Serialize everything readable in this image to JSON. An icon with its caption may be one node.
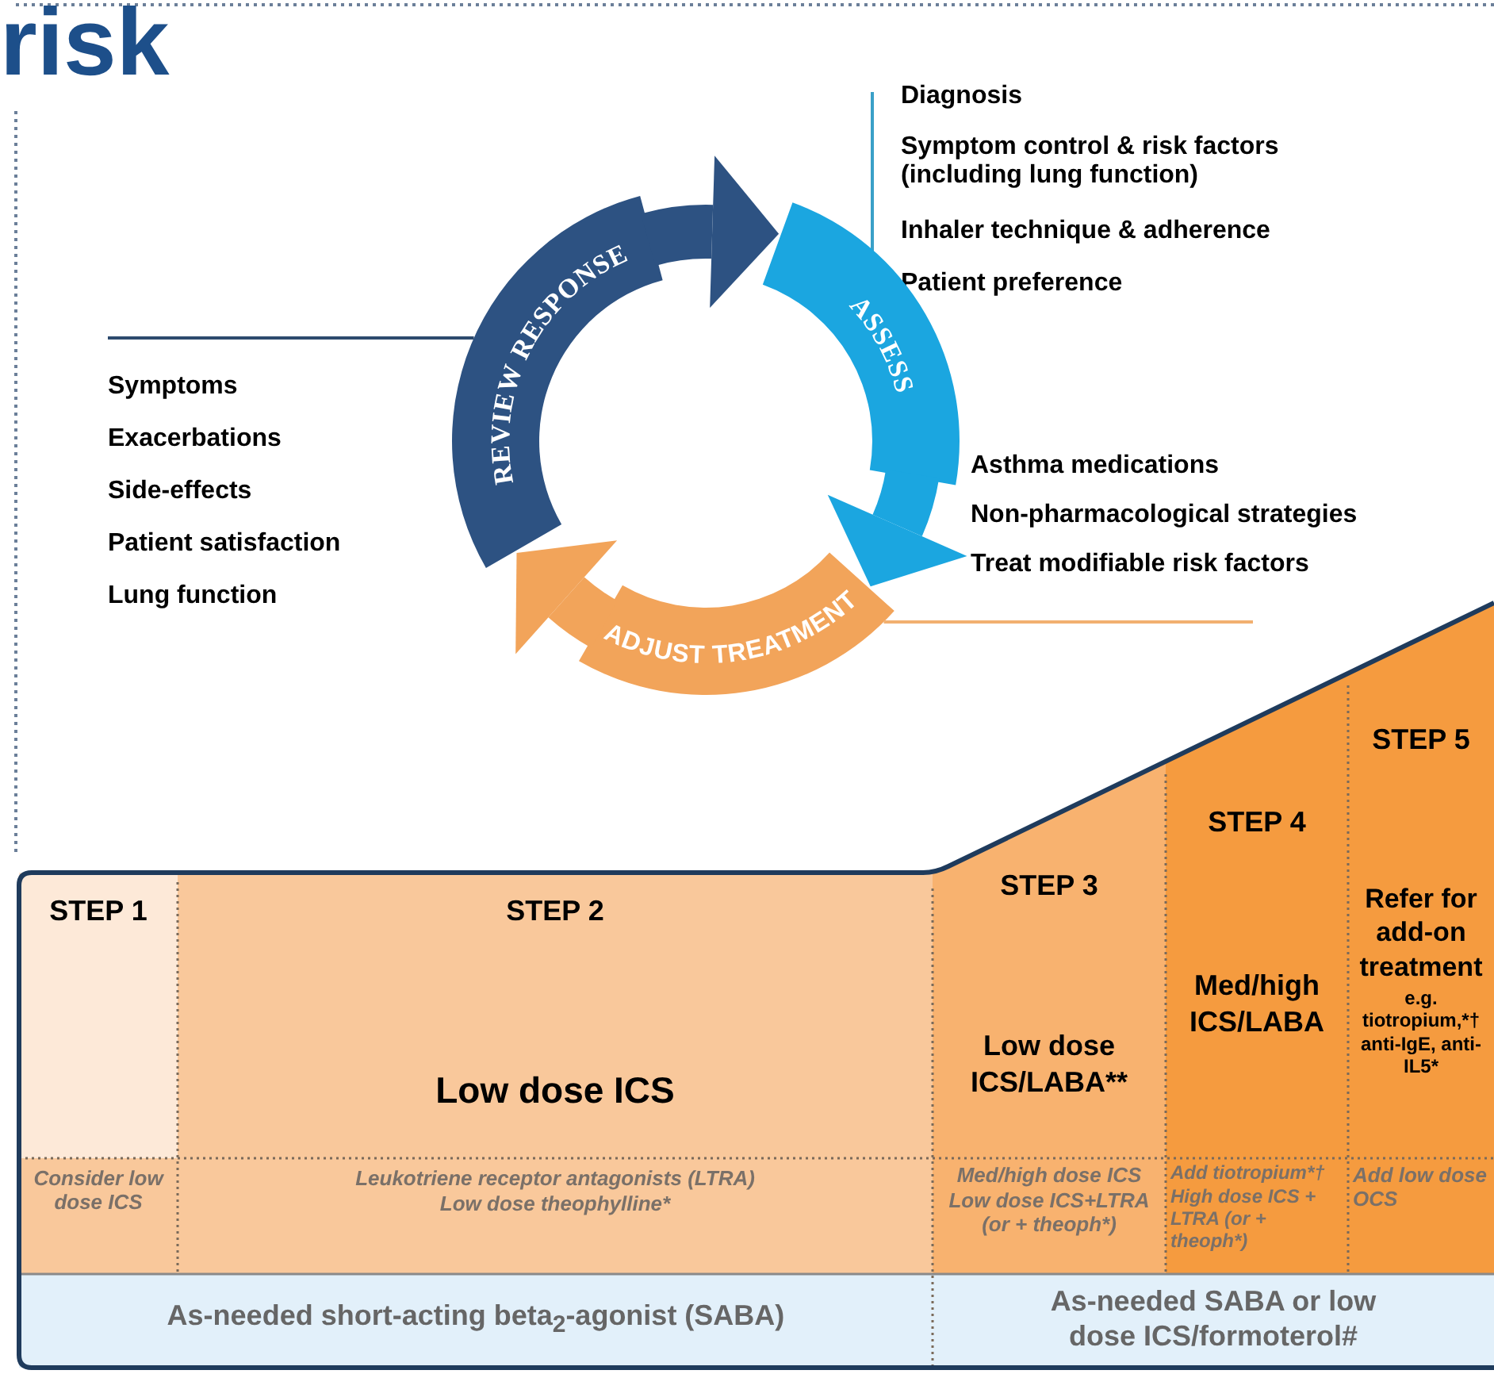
{
  "diagram": {
    "title": "risk",
    "nodes": [
      {
        "text": [
          "REVIEW RESPONSE"
        ]
      },
      {
        "text": [
          "ASSESS"
        ]
      },
      {
        "text": [
          "ADJUST TREATMENT"
        ]
      },
      {
        "text": [
          "Symptoms",
          "Exacerbations",
          "Side-effects",
          "Patient satisfaction",
          "Lung function"
        ]
      },
      {
        "text": [
          "Asthma medications",
          "Non-pharmacological strategies",
          "Treat modifiable risk factors"
        ]
      },
      {
        "text": [
          "STEP 1"
        ]
      },
      {
        "text": [
          "STEP 2",
          "Low dose ICS"
        ]
      },
      {
        "text": [
          "STEP 3",
          "Low dose ICS/LABA**"
        ]
      },
      {
        "text": [
          "STEP 4",
          "Med/high ICS/LABA"
        ]
      },
      {
        "text": [
          "STEP 5",
          "Refer for add-on treatment",
          "e.g. tiotropium,*† anti-IgE, anti-IL5*"
        ]
      },
      {
        "text": [
          "Consider low dose ICS"
        ]
      },
      {
        "text": [
          "Leukotriene receptor antagonists (LTRA)",
          "Low dose theophylline*"
        ]
      },
      {
        "text": [
          "Med/high dose ICS",
          "Low dose ICS+LTRA (or + theoph*)"
        ]
      },
      {
        "text": [
          "Add tiotropium*†",
          "High dose ICS + LTRA (or + theoph*)"
        ]
      },
      {
        "text": [
          "Add low dose OCS"
        ]
      },
      {
        "text": [
          "As-needed short-acting beta$_{2}$-agonist (SABA)"
        ]
      },
      {
        "text": [
          "As-needed SABA or low dose ICS/formoterol#"
        ]
      }
    ],
    "edges": [
      {
        "from": 0,
        "to": 1,
        "arrow": "to",
        "color": "#2d5282"
      },
      {
        "from": 1,
        "to": 2,
        "arrow": "to",
        "color": "#1ba6e0"
      },
      {
        "from": 2,
        "to": 0,
        "arrow": "to",
        "color": "#f2a45a"
      },
      {
        "from": 3,
        "to": 0,
        "arrow": "none",
        "color": "#2d4a6e"
      },
      {
        "from": 4,
        "to": 2,
        "arrow": "none",
        "color": "#f2b070"
      }
    ],
    "labels": [
      "Diagnosis",
      "Symptom control & risk factors (including lung function)",
      "Inhaler technique & adherence",
      "Patient preference"
    ]
  }
}
